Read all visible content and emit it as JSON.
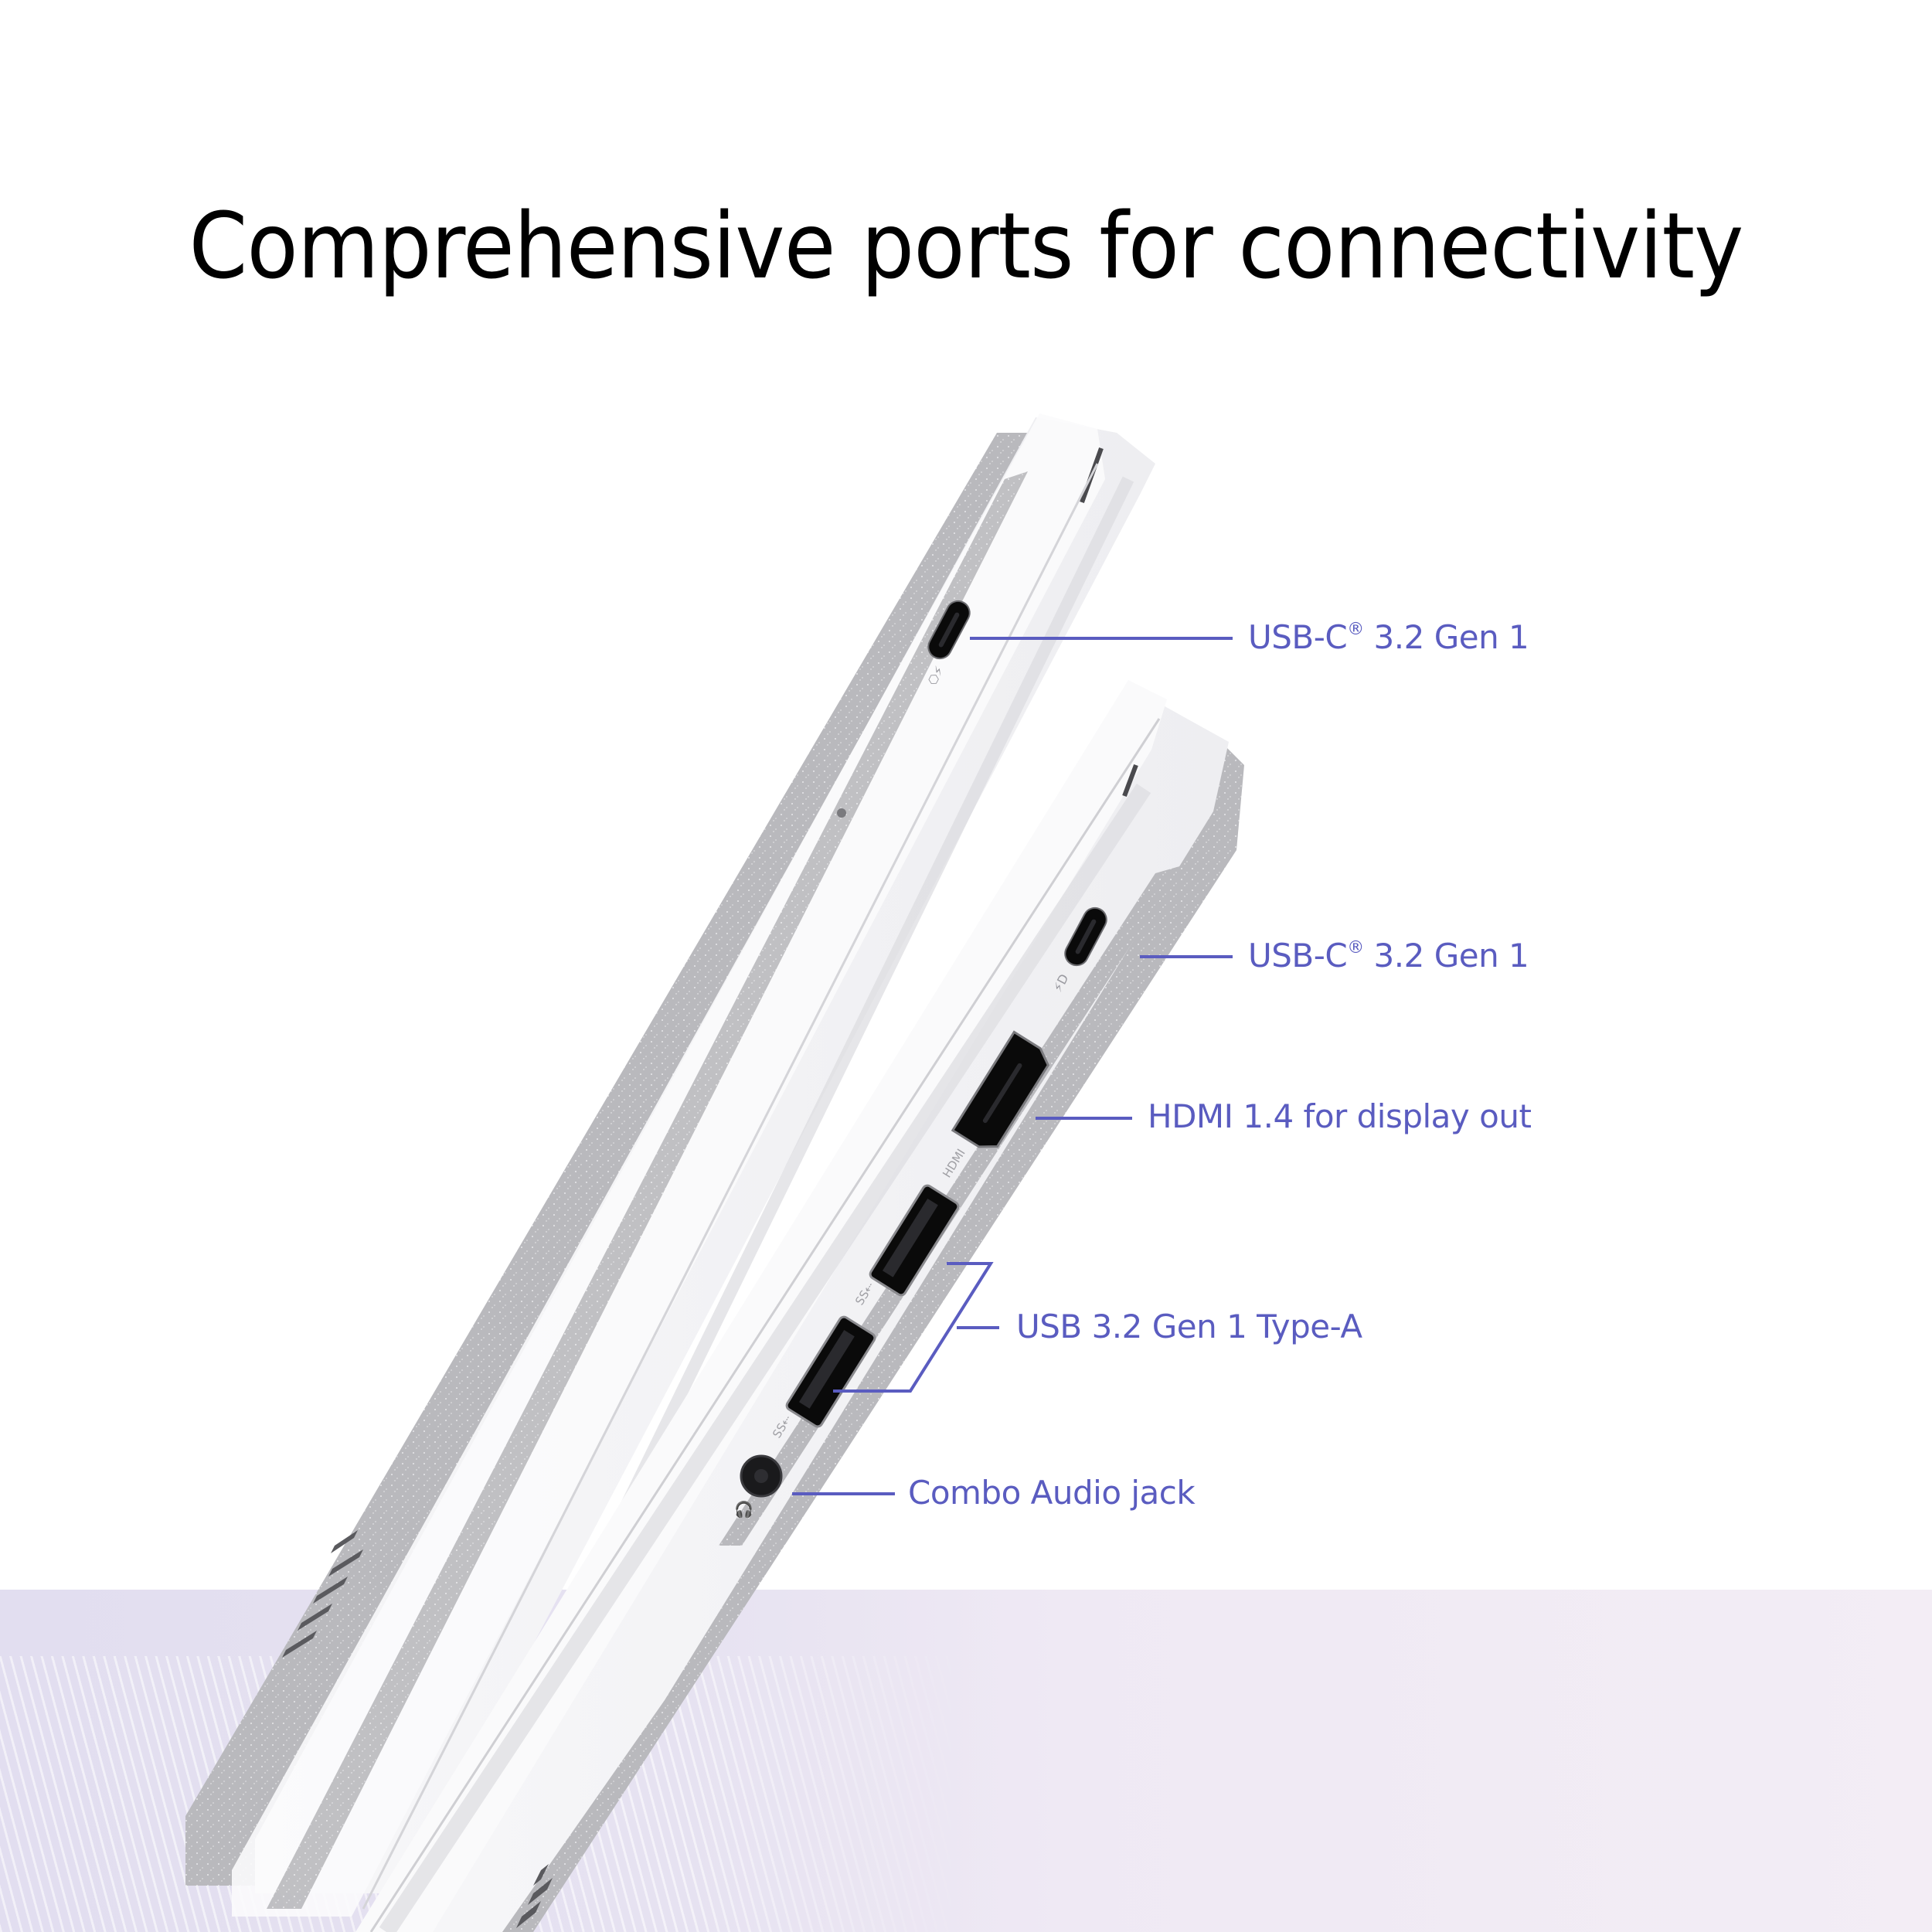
{
  "header": {
    "title": "Comprehensive ports for connectivity"
  },
  "colors": {
    "accent": "#5a5cc0",
    "floor_left": "#e2def0",
    "floor_right": "#f3edf5",
    "chassis": "#f4f4f6",
    "chassis_edge": "#b8b8bc",
    "port": "#0a0a0a"
  },
  "left_side": {
    "ports": [
      {
        "id": "usb-c-left",
        "label": "USB-C",
        "sup": "®",
        "suffix": " 3.2 Gen 1",
        "icon": "usb-c-port-icon",
        "marking": "usb-c-data-icon"
      }
    ],
    "indicator": "status-led-dot"
  },
  "right_side": {
    "ports": [
      {
        "id": "usb-c-right",
        "label": "USB-C",
        "sup": "®",
        "suffix": " 3.2 Gen 1",
        "icon": "usb-c-port-icon",
        "marking": "usb-c-power-delivery-icon"
      },
      {
        "id": "hdmi",
        "label": "HDMI 1.4 for display out",
        "icon": "hdmi-port-icon",
        "marking": "HDMI"
      },
      {
        "id": "usb-a",
        "label": "USB 3.2 Gen 1 Type-A",
        "count": 2,
        "icon": "usb-a-port-icon",
        "marking": "ss-usb-icon"
      },
      {
        "id": "audio",
        "label": "Combo Audio jack",
        "icon": "audio-jack-icon",
        "marking": "headphone-icon"
      }
    ]
  },
  "callouts": [
    {
      "port": "usb-c-left",
      "text": "USB-C",
      "sup": "®",
      "rest": " 3.2 Gen 1"
    },
    {
      "port": "usb-c-right",
      "text": "USB-C",
      "sup": "®",
      "rest": " 3.2 Gen 1"
    },
    {
      "port": "hdmi",
      "text": "HDMI 1.4 for display out"
    },
    {
      "port": "usb-a",
      "text": "USB 3.2 Gen 1 Type-A"
    },
    {
      "port": "audio",
      "text": "Combo Audio jack"
    }
  ]
}
